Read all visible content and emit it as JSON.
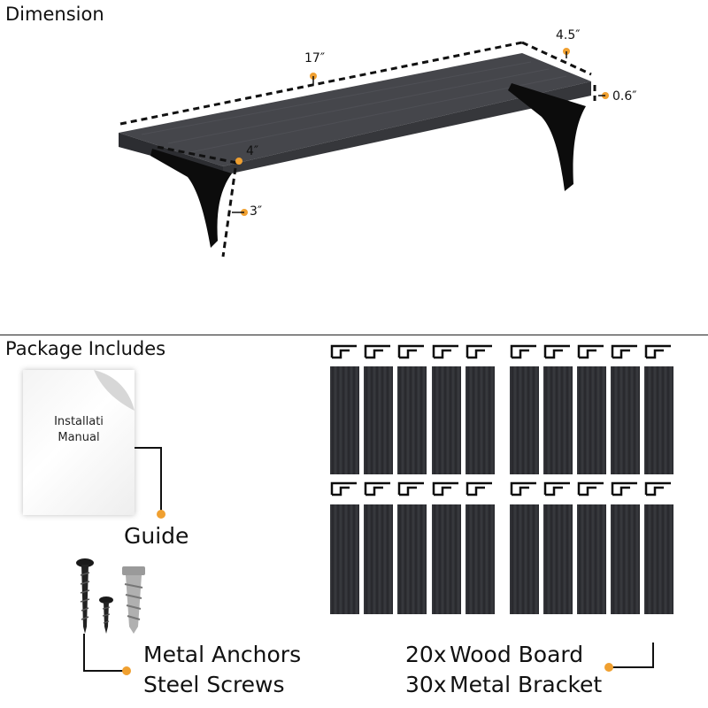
{
  "dimension": {
    "title": "Dimension",
    "length": "17″",
    "depth": "4.5″",
    "thickness": "0.6″",
    "bracket_depth": "4″",
    "bracket_height": "3″"
  },
  "package": {
    "title": "Package Includes",
    "manual_lines": [
      "Installati",
      "Manual"
    ],
    "guide_label": "Guide",
    "hardware_lines": [
      "Metal Anchors",
      "Steel Screws"
    ],
    "board_qty": "20x",
    "board_label": "Wood Board",
    "bracket_qty": "30x",
    "bracket_label": "Metal Bracket"
  },
  "colors": {
    "accent": "#f0a030",
    "wood": "#3a3b40",
    "wood_dark": "#26272b",
    "bracket": "#0c0c0c"
  },
  "icons": [
    "document-curl-icon",
    "screw-icon",
    "wall-anchor-icon",
    "bracket-icon",
    "wood-board-icon"
  ]
}
